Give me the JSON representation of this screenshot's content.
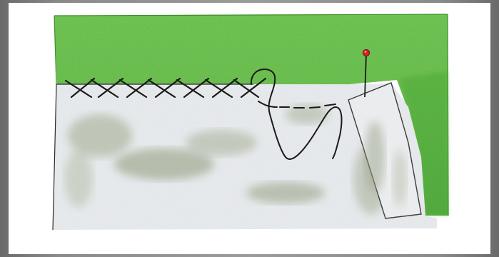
{
  "illustration": {
    "colors": {
      "frame_gradient_left": "#6d6d6d",
      "frame_gradient_right": "#9a9a9a",
      "paper": "#ffffff",
      "green_fabric": "#5fc23a",
      "green_fabric_dark": "#3f9e2a",
      "white_fabric": "#e8ebee",
      "fabric_shadow": "#8f9a7a",
      "thread": "#1a1a1a",
      "pin_head": "#d6202a"
    },
    "elements": [
      "green-upper-fabric",
      "white-lower-fabric",
      "herringbone-stitches",
      "loose-thread-loop",
      "folded-hem-flap",
      "straight-pin"
    ]
  }
}
